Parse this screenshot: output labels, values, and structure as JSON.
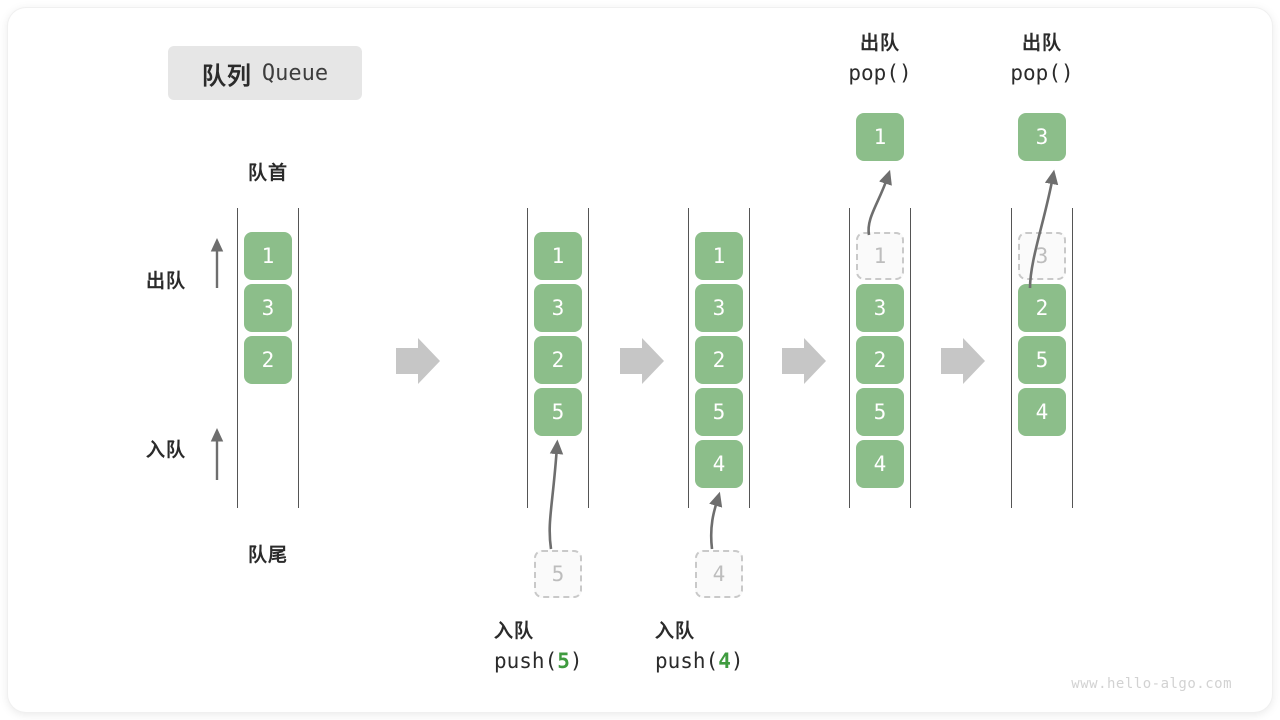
{
  "title": {
    "cn": "队列",
    "en": "Queue"
  },
  "axis_labels": {
    "front": "队首",
    "rear": "队尾",
    "dequeue": "出队",
    "enqueue": "入队"
  },
  "watermark": "www.hello-algo.com",
  "colors": {
    "cell_fill": "#8cbe8a",
    "cell_text": "#ffffff",
    "ghost_fill": "#fafafa",
    "ghost_border": "#c9c9c9",
    "ghost_text": "#bdbdbd",
    "rail": "#555555",
    "arrow": "#6e6e6e",
    "separator_arrow": "#c6c6c6",
    "accent_number": "#3f9b3f",
    "chip_bg": "#e6e6e6",
    "text": "#2b2b2b",
    "watermark": "#d2d2d2"
  },
  "columns": [
    {
      "id": "initial",
      "head_cn": "",
      "head_code": "",
      "foot_cn": "",
      "foot_code_prefix": "",
      "foot_code_num": "",
      "foot_code_suffix": "",
      "cells": [
        {
          "value": "1",
          "state": "filled"
        },
        {
          "value": "3",
          "state": "filled"
        },
        {
          "value": "2",
          "state": "filled"
        }
      ],
      "incoming": null,
      "popped": null
    },
    {
      "id": "push-5",
      "head_cn": "",
      "head_code": "",
      "foot_cn": "入队",
      "foot_code_prefix": "push(",
      "foot_code_num": "5",
      "foot_code_suffix": ")",
      "cells": [
        {
          "value": "1",
          "state": "filled"
        },
        {
          "value": "3",
          "state": "filled"
        },
        {
          "value": "2",
          "state": "filled"
        },
        {
          "value": "5",
          "state": "filled"
        }
      ],
      "incoming": {
        "value": "5",
        "state": "ghost"
      },
      "popped": null
    },
    {
      "id": "push-4",
      "head_cn": "",
      "head_code": "",
      "foot_cn": "入队",
      "foot_code_prefix": "push(",
      "foot_code_num": "4",
      "foot_code_suffix": ")",
      "cells": [
        {
          "value": "1",
          "state": "filled"
        },
        {
          "value": "3",
          "state": "filled"
        },
        {
          "value": "2",
          "state": "filled"
        },
        {
          "value": "5",
          "state": "filled"
        },
        {
          "value": "4",
          "state": "filled"
        }
      ],
      "incoming": {
        "value": "4",
        "state": "ghost"
      },
      "popped": null
    },
    {
      "id": "pop-1",
      "head_cn": "出队",
      "head_code": "pop()",
      "foot_cn": "",
      "foot_code_prefix": "",
      "foot_code_num": "",
      "foot_code_suffix": "",
      "cells": [
        {
          "value": "1",
          "state": "ghost"
        },
        {
          "value": "3",
          "state": "filled"
        },
        {
          "value": "2",
          "state": "filled"
        },
        {
          "value": "5",
          "state": "filled"
        },
        {
          "value": "4",
          "state": "filled"
        }
      ],
      "incoming": null,
      "popped": {
        "value": "1",
        "state": "filled"
      }
    },
    {
      "id": "pop-3",
      "head_cn": "出队",
      "head_code": "pop()",
      "foot_cn": "",
      "foot_code_prefix": "",
      "foot_code_num": "",
      "foot_code_suffix": "",
      "cells": [
        {
          "value": "3",
          "state": "ghost"
        },
        {
          "value": "2",
          "state": "filled"
        },
        {
          "value": "5",
          "state": "filled"
        },
        {
          "value": "4",
          "state": "filled"
        }
      ],
      "incoming": null,
      "popped": {
        "value": "3",
        "state": "filled"
      }
    }
  ]
}
